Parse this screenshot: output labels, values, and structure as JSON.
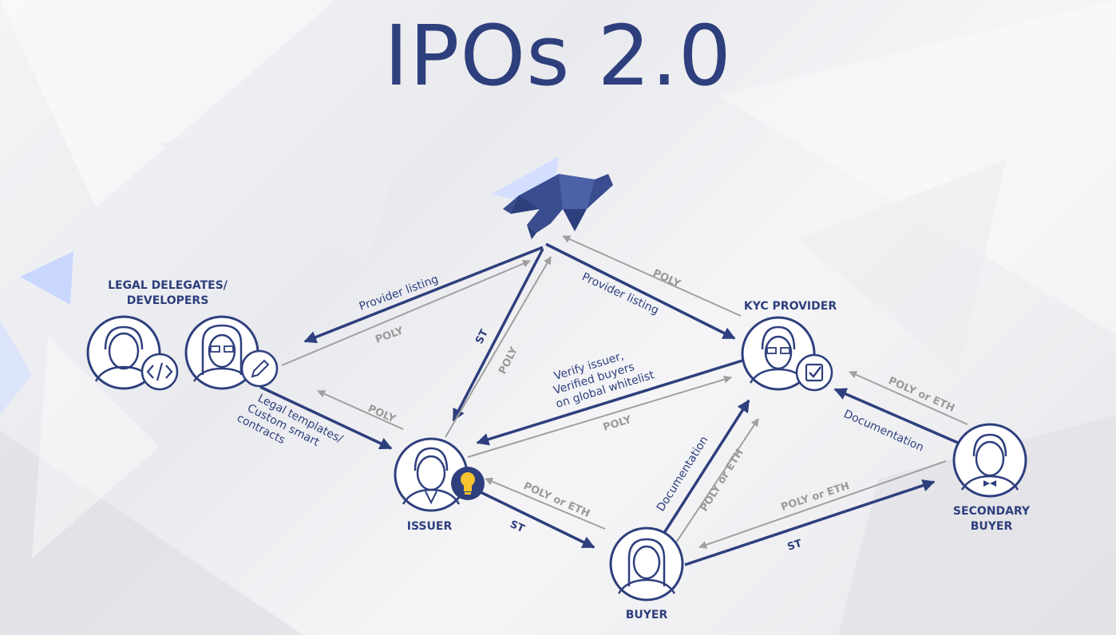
{
  "title": "IPOs 2.0",
  "colors": {
    "primary": "#2e3f7d",
    "arrow_gray": "#a0a0a0",
    "accent_blue": "#c9d7ff",
    "bulb": "#f7c32e"
  },
  "nodes": {
    "legal": {
      "label_line1": "LEGAL DELEGATES/",
      "label_line2": "DEVELOPERS",
      "icons": [
        "developer-avatar-icon",
        "code-icon",
        "lawyer-avatar-icon",
        "pencil-icon"
      ]
    },
    "kyc": {
      "label": "KYC PROVIDER",
      "icons": [
        "kyc-avatar-icon",
        "checkbox-icon"
      ]
    },
    "issuer": {
      "label": "ISSUER",
      "icons": [
        "issuer-avatar-icon",
        "lightbulb-icon"
      ]
    },
    "buyer": {
      "label": "BUYER",
      "icons": [
        "buyer-avatar-icon"
      ]
    },
    "secondary": {
      "label_line1": "SECONDARY",
      "label_line2": "BUYER",
      "icons": [
        "secondary-buyer-avatar-icon"
      ]
    },
    "polymath": {
      "icons": [
        "bull-logo-icon"
      ]
    }
  },
  "edges": {
    "provider_listing_left": "Provider listing",
    "poly_left": "POLY",
    "st_center": "ST",
    "poly_center": "POLY",
    "provider_listing_right": "Provider listing",
    "poly_right": "POLY",
    "legal_templates_line1": "Legal templates/",
    "legal_templates_line2": "Custom smart",
    "legal_templates_line3": "contracts",
    "poly_legal_issuer": "POLY",
    "verify_line1": "Verify issuer,",
    "verify_line2": "Verified buyers",
    "verify_line3": "on global whitelist",
    "poly_issuer_kyc": "POLY",
    "poly_or_eth_buyer_issuer": "POLY or ETH",
    "st_issuer_buyer": "ST",
    "documentation_buyer": "Documentation",
    "poly_or_eth_buyer_kyc": "POLY or ETH",
    "poly_or_eth_secondary_kyc": "POLY or ETH",
    "documentation_secondary": "Documentation",
    "poly_or_eth_secondary_buyer": "POLY or ETH",
    "st_buyer_secondary": "ST"
  }
}
